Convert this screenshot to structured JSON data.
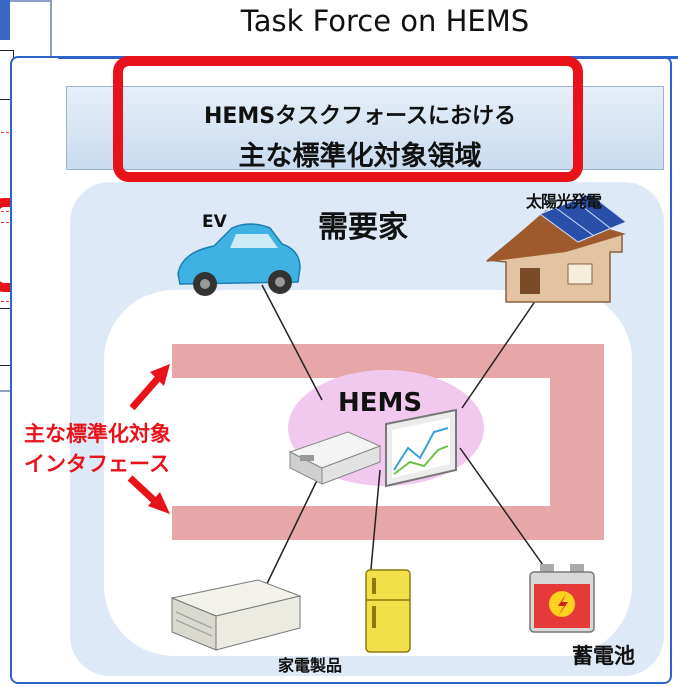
{
  "header": {
    "title": "Task Force on HEMS"
  },
  "slide": {
    "title_line1": "HEMSタスクフォースにおける",
    "title_line2": "主な標準化対象領域"
  },
  "diagram": {
    "consumer_label": "需要家",
    "ev_label": "EV",
    "solar_label": "太陽光発電",
    "hems_label": "HEMS",
    "appliance_label": "家電製品",
    "battery_label": "蓄電池",
    "interface_label_line1": "主な標準化対象",
    "interface_label_line2": "インタフェース"
  },
  "colors": {
    "highlight": "#e8121b",
    "frame_blue": "#2f63c9",
    "interface_band": "#e7a6a8",
    "hems_ellipse": "#f1c9ef"
  }
}
